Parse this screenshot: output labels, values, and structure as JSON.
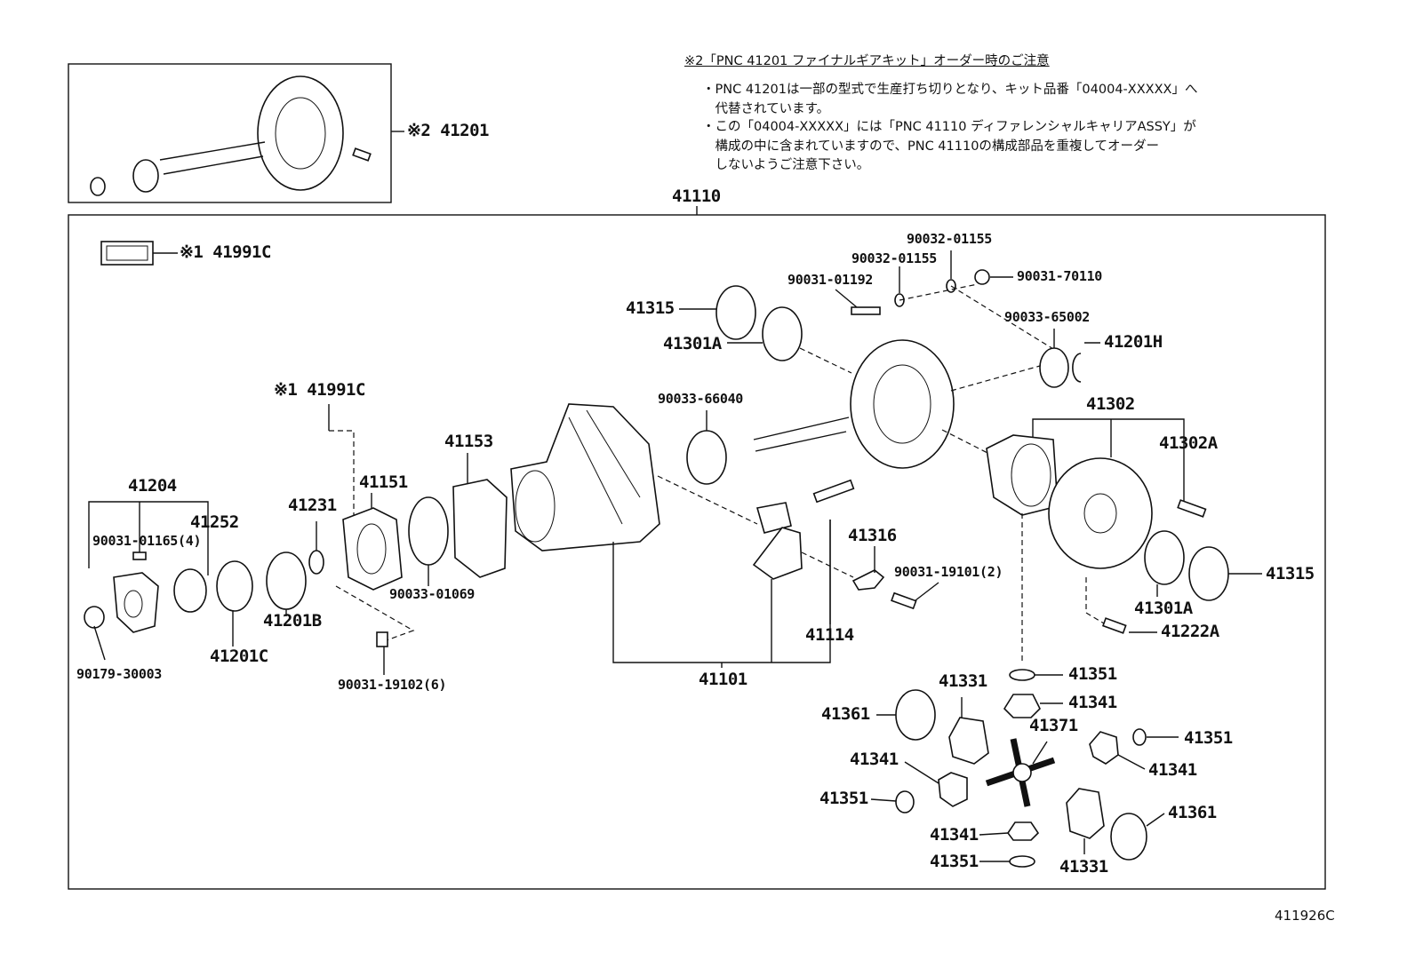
{
  "note": {
    "title": "※2「PNC 41201 ファイナルギアキット」オーダー時のご注意",
    "lines": [
      "・PNC 41201は一部の型式で生産打ち切りとなり、キット品番「04004-XXXXX」へ",
      "　代替されています。",
      "・この「04004-XXXXX」には「PNC 41110 ディファレンシャルキャリアASSY」が",
      "　構成の中に含まれていますので、PNC 41110の構成部品を重複してオーダー",
      "　しないようご注意下さい。"
    ]
  },
  "figure_id": "411926C",
  "labels": {
    "l41201": "※2 41201",
    "l41110": "41110",
    "l41991C_top": "※1 41991C",
    "l41991C_mid": "※1 41991C",
    "l90032_01155_a": "90032-01155",
    "l90032_01155_b": "90032-01155",
    "l90031_70110": "90031-70110",
    "l90031_01192": "90031-01192",
    "l41315_top": "41315",
    "l41301A_top": "41301A",
    "l90033_65002": "90033-65002",
    "l41201H": "41201H",
    "l41302": "41302",
    "l41302A": "41302A",
    "l90033_66040": "90033-66040",
    "l41153": "41153",
    "l41151": "41151",
    "l41204": "41204",
    "l41252": "41252",
    "l41231": "41231",
    "l90031_01165": "90031-01165(4)",
    "l41316": "41316",
    "l90031_19101": "90031-19101(2)",
    "l41315_right": "41315",
    "l41301A_right": "41301A",
    "l41222A": "41222A",
    "l90033_01069": "90033-01069",
    "l41201B": "41201B",
    "l41201C": "41201C",
    "l90179_30003": "90179-30003",
    "l90031_19102": "90031-19102(6)",
    "l41114": "41114",
    "l41101": "41101",
    "l41351_a": "41351",
    "l41331_a": "41331",
    "l41341_a": "41341",
    "l41361_a": "41361",
    "l41371": "41371",
    "l41351_b": "41351",
    "l41341_b": "41341",
    "l41341_c": "41341",
    "l41351_c": "41351",
    "l41341_d": "41341",
    "l41351_d": "41351",
    "l41331_b": "41331",
    "l41361_b": "41361"
  }
}
